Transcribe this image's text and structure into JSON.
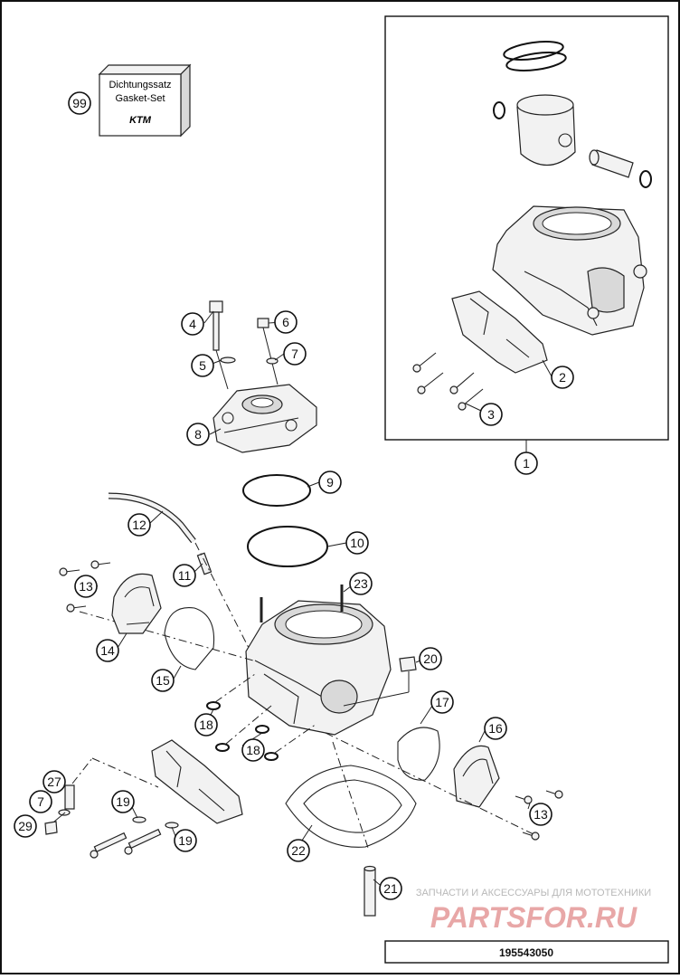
{
  "diagram": {
    "code": "195543050",
    "gasket_box": {
      "line1": "Dichtungssatz",
      "line2": "Gasket-Set",
      "logo": "KTM"
    },
    "watermark": {
      "subtitle": "ЗАПЧАСТИ И АКСЕССУАРЫ ДЛЯ МОТОТЕХНИКИ",
      "title": "PARTSFOR.RU"
    },
    "colors": {
      "outline": "#111111",
      "fill": "#f2f2f2",
      "watermark": "#e8a7a7"
    },
    "callouts": {
      "c99": "99",
      "c1": "1",
      "c2": "2",
      "c3": "3",
      "c4": "4",
      "c5": "5",
      "c6": "6",
      "c7a": "7",
      "c7b": "7",
      "c8": "8",
      "c9": "9",
      "c10": "10",
      "c11": "11",
      "c12": "12",
      "c13a": "13",
      "c13b": "13",
      "c14": "14",
      "c15": "15",
      "c16": "16",
      "c17": "17",
      "c18a": "18",
      "c18b": "18",
      "c19a": "19",
      "c19b": "19",
      "c20": "20",
      "c21": "21",
      "c22": "22",
      "c23": "23",
      "c27": "27",
      "c29": "29"
    }
  }
}
